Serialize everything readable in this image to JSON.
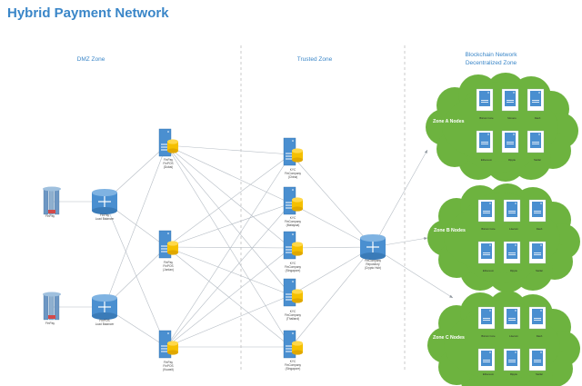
{
  "title": "Hybrid Payment Network",
  "zones": {
    "dmz": "DMZ Zone",
    "trusted": "Trusted Zone",
    "blockchain_line1": "Blockchain Network",
    "blockchain_line2": "Decentralized Zone"
  },
  "dmz": {
    "gateways": [
      {
        "label": "FinPay"
      },
      {
        "label": "FinPay"
      }
    ],
    "load_balancers": [
      {
        "line1": "FinPay",
        "line2": "Load Balancer"
      },
      {
        "line1": "FinPOS",
        "line2": "Load Balancer"
      }
    ],
    "pos_servers": [
      {
        "line1": "FinPay",
        "line2": "FinPOS",
        "line3": "(Dubai)"
      },
      {
        "line1": "FinPay",
        "line2": "FinPOS",
        "line3": "(Jordan)"
      },
      {
        "line1": "FinPay",
        "line2": "FinPOS",
        "line3": "(Kuwait)"
      }
    ]
  },
  "trusted": {
    "kyc_servers": [
      {
        "line1": "KYC",
        "line2": "FinCompany",
        "line3": "(China)"
      },
      {
        "line1": "KYC",
        "line2": "FinCompany",
        "line3": "(Malaysia)"
      },
      {
        "line1": "KYC",
        "line2": "FinCompany",
        "line3": "(Singapore)"
      },
      {
        "line1": "KYC",
        "line2": "FinCompany",
        "line3": "(Thailand)"
      },
      {
        "line1": "KYC",
        "line2": "FinCompany",
        "line3": "(Singapore)"
      }
    ],
    "repository": {
      "line1": "FinCompany",
      "line2": "Repository",
      "line3": "(Crypto Hub)"
    }
  },
  "blockchain": {
    "clouds": [
      {
        "title": "Zone A Nodes",
        "nodes": [
          "Bitcoin Core",
          "Monero",
          "Dash",
          "Ethereum",
          "Ripple",
          "Stellar"
        ]
      },
      {
        "title": "Zone B Nodes",
        "nodes": [
          "Bitcoin Core",
          "Litecoin",
          "Dash",
          "Ethereum",
          "Ripple",
          "Stellar"
        ]
      },
      {
        "title": "Zone C Nodes",
        "nodes": [
          "Bitcoin Core",
          "Litecoin",
          "Dash",
          "Ethereum",
          "Ripple",
          "Stellar"
        ]
      }
    ]
  },
  "colors": {
    "title": "#3a86c8",
    "server_blue": "#4a8fd0",
    "db_yellow": "#f5c000",
    "cloud_green": "#6db33f",
    "lines": "#b5bcc4",
    "divider": "#bfbfbf"
  }
}
